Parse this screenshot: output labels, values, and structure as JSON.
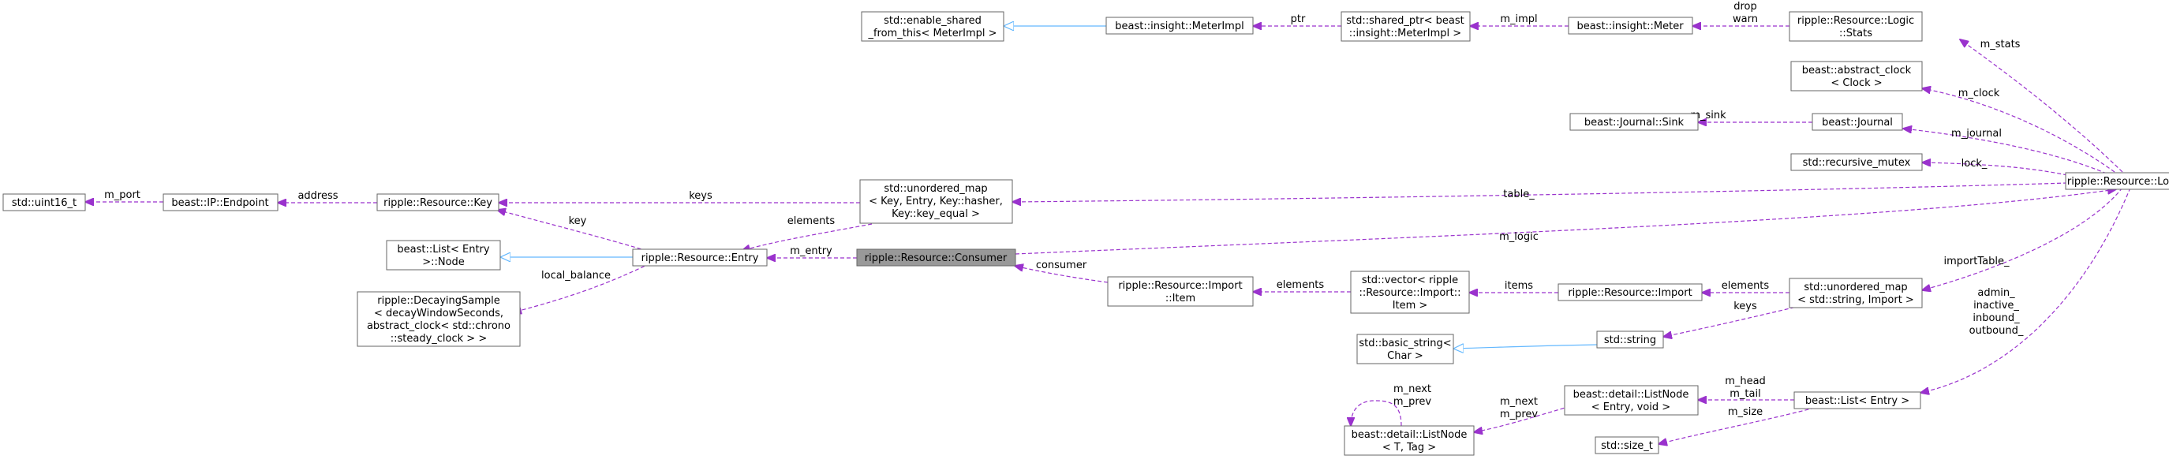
{
  "diagram": {
    "nodes": {
      "uint16": "std::uint16_t",
      "endpoint": "beast::IP::Endpoint",
      "key": "ripple::Resource::Key",
      "list_node": [
        "beast::List< Entry",
        ">::Node"
      ],
      "decaying": [
        "ripple::DecayingSample",
        "< decayWindowSeconds,",
        " abstract_clock< std::chrono",
        "::steady_clock > >"
      ],
      "entry": "ripple::Resource::Entry",
      "umap_key": [
        "std::unordered_map",
        "< Key, Entry, Key::hasher,",
        " Key::key_equal >"
      ],
      "consumer": "ripple::Resource::Consumer",
      "enable_shared": [
        "std::enable_shared",
        "_from_this< MeterImpl >"
      ],
      "meterimpl": "beast::insight::MeterImpl",
      "shared_ptr": [
        "std::shared_ptr< beast",
        "::insight::MeterImpl >"
      ],
      "meter": "beast::insight::Meter",
      "logic_stats": [
        "ripple::Resource::Logic",
        "::Stats"
      ],
      "abstract_clock": [
        "beast::abstract_clock",
        "< Clock >"
      ],
      "journal_sink": "beast::Journal::Sink",
      "journal": "beast::Journal",
      "mutex": "std::recursive_mutex",
      "logic": "ripple::Resource::Logic",
      "import_item": [
        "ripple::Resource::Import",
        "::Item"
      ],
      "vector_item": [
        "std::vector< ripple",
        "::Resource::Import::",
        "Item >"
      ],
      "import": "ripple::Resource::Import",
      "umap_string": [
        "std::unordered_map",
        "< std::string, Import >"
      ],
      "string": "std::string",
      "basic_string": [
        "std::basic_string<",
        "Char >"
      ],
      "listnode_entry": [
        "beast::detail::ListNode",
        "< Entry, void >"
      ],
      "listnode_t": [
        "beast::detail::ListNode",
        "< T, Tag >"
      ],
      "list_entry": "beast::List< Entry >",
      "size_t": "std::size_t"
    },
    "edge_labels": {
      "m_port": "m_port",
      "address": "address",
      "keys_key": "keys",
      "key": "key",
      "elements_entry": "elements",
      "local_balance": "local_balance",
      "m_entry": "m_entry",
      "m_logic": "m_logic",
      "ptr": "ptr",
      "m_impl": "m_impl",
      "drop_warn": [
        "drop",
        "warn"
      ],
      "m_stats": "m_stats",
      "m_clock": "m_clock",
      "m_sink": "m_sink",
      "m_journal": "m_journal",
      "lock": "lock_",
      "table": "table_",
      "consumer": "consumer",
      "elements_item": "elements",
      "items": "items",
      "elements_import": "elements",
      "importTable": "importTable_",
      "keys_string": "keys",
      "list_members": [
        "admin_",
        "inactive_",
        "inbound_",
        "outbound_"
      ],
      "m_head_tail": [
        "m_head",
        "m_tail"
      ],
      "m_size": "m_size",
      "m_next_prev_entry": [
        "m_next",
        "m_prev"
      ],
      "m_next_prev_self": [
        "m_next",
        "m_prev"
      ]
    }
  }
}
